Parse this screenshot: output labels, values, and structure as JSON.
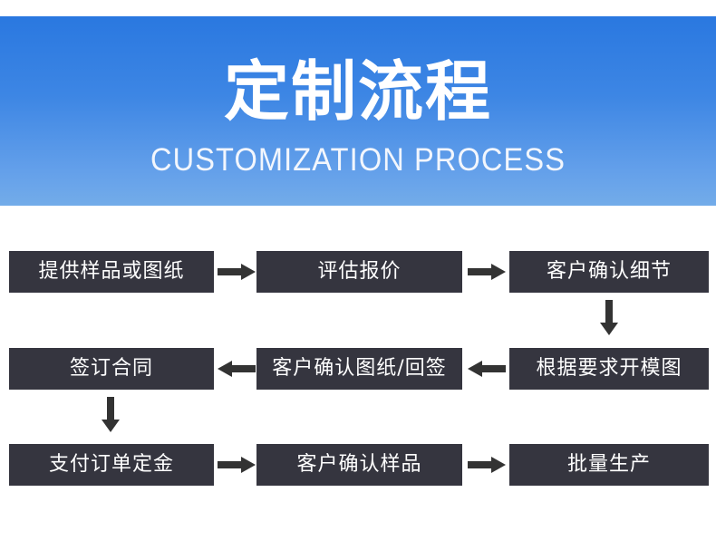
{
  "banner": {
    "title": "定制流程",
    "subtitle": "CUSTOMIZATION PROCESS",
    "gradient_top": "#2a78e0",
    "gradient_bottom": "#73ace9"
  },
  "flow": {
    "box_color": "#35353f",
    "box_text_color": "#ffffff",
    "arrow_color": "#333333",
    "rows": [
      {
        "direction": "right",
        "steps": [
          {
            "label": "提供样品或图纸"
          },
          {
            "label": "评估报价"
          },
          {
            "label": "客户确认细节"
          }
        ],
        "arrows": [
          {
            "icon": "arrow-right-icon"
          },
          {
            "icon": "arrow-right-icon"
          }
        ]
      },
      {
        "direction": "left",
        "steps": [
          {
            "label": "签订合同"
          },
          {
            "label": "客户确认图纸/回签"
          },
          {
            "label": "根据要求开模图"
          }
        ],
        "arrows": [
          {
            "icon": "arrow-left-icon"
          },
          {
            "icon": "arrow-left-icon"
          }
        ]
      },
      {
        "direction": "right",
        "steps": [
          {
            "label": "支付订单定金"
          },
          {
            "label": "客户确认样品"
          },
          {
            "label": "批量生产"
          }
        ],
        "arrows": [
          {
            "icon": "arrow-right-icon"
          },
          {
            "icon": "arrow-right-icon"
          }
        ]
      }
    ],
    "connectors": [
      {
        "icon": "arrow-down-icon",
        "from": "客户确认细节",
        "to": "根据要求开模图"
      },
      {
        "icon": "arrow-down-icon",
        "from": "签订合同",
        "to": "支付订单定金"
      }
    ]
  }
}
